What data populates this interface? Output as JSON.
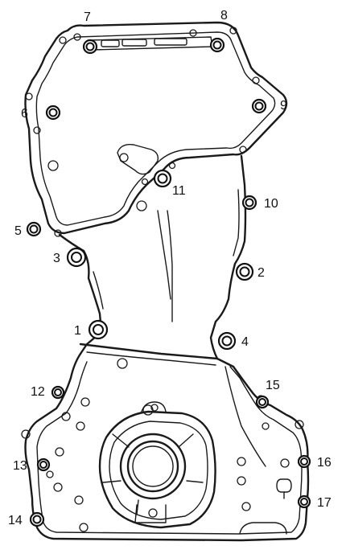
{
  "bolt_labels": [
    "1",
    "2",
    "3",
    "4",
    "5",
    "6",
    "7",
    "8",
    "9",
    "10",
    "11",
    "12",
    "13",
    "14",
    "15",
    "16",
    "17"
  ]
}
